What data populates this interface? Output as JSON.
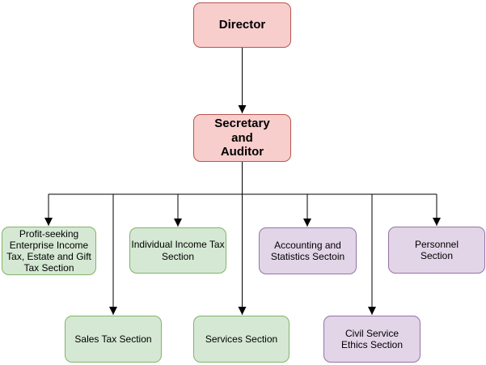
{
  "orgchart": {
    "type": "organizational-chart",
    "nodes": [
      {
        "id": "director",
        "label": "Director",
        "group": "executive"
      },
      {
        "id": "secretary",
        "label": "Secretary and Auditor",
        "group": "executive",
        "reports_to": "director"
      },
      {
        "id": "profit",
        "label": "Profit-seeking Enterprise Income Tax, Estate and Gift Tax Section",
        "group": "tax",
        "reports_to": "secretary"
      },
      {
        "id": "individual",
        "label": "Individual Income Tax Section",
        "group": "tax",
        "reports_to": "secretary"
      },
      {
        "id": "accounting",
        "label": "Accounting and Statistics Sectoin",
        "group": "admin",
        "reports_to": "secretary"
      },
      {
        "id": "personnel",
        "label": "Personnel Section",
        "group": "admin",
        "reports_to": "secretary"
      },
      {
        "id": "sales",
        "label": "Sales Tax Section",
        "group": "tax",
        "reports_to": "secretary"
      },
      {
        "id": "services",
        "label": "Services Section",
        "group": "tax",
        "reports_to": "secretary"
      },
      {
        "id": "civil",
        "label": "Civil Service Ethics Section",
        "group": "admin",
        "reports_to": "secretary"
      }
    ]
  },
  "colors": {
    "pink_fill": "#f8cecc",
    "pink_border": "#b85450",
    "green_fill": "#d5e8d4",
    "green_border": "#82b366",
    "purple_fill": "#e1d5e7",
    "purple_border": "#9673a6",
    "line": "#000000",
    "text": "#000000",
    "background": "#ffffff"
  }
}
